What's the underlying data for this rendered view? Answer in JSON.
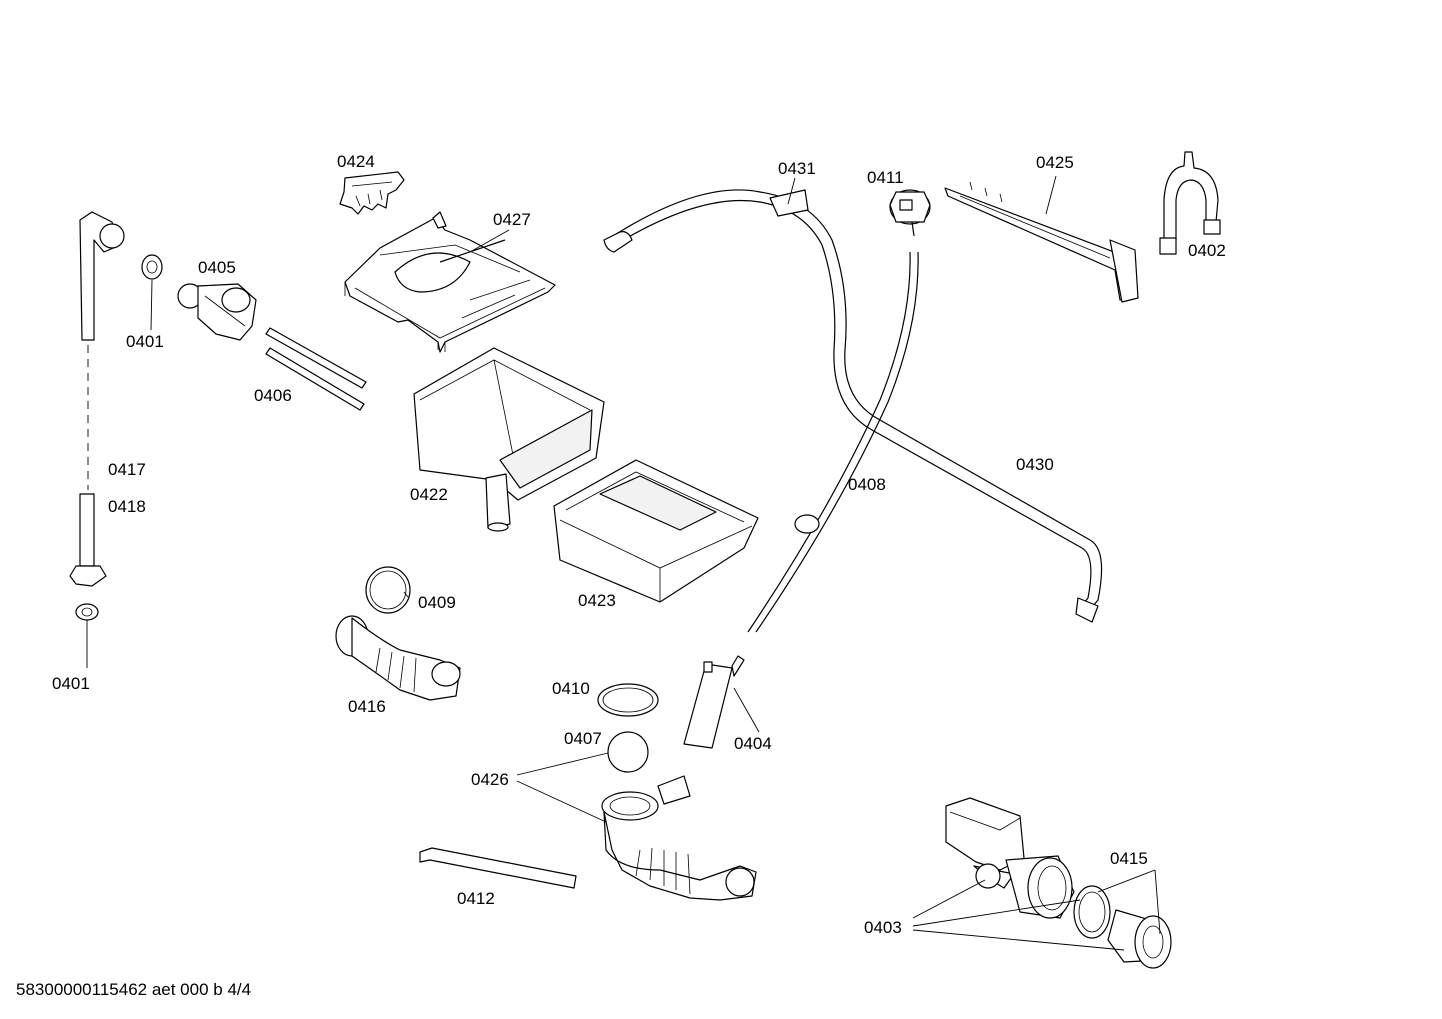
{
  "labels": {
    "p0424": "0424",
    "p0427": "0427",
    "p0431": "0431",
    "p0411": "0411",
    "p0425": "0425",
    "p0402": "0402",
    "p0405": "0405",
    "p0401a": "0401",
    "p0406": "0406",
    "p0417": "0417",
    "p0418": "0418",
    "p0401b": "0401",
    "p0422": "0422",
    "p0430": "0430",
    "p0408": "0408",
    "p0409": "0409",
    "p0423": "0423",
    "p0416": "0416",
    "p0410": "0410",
    "p0407": "0407",
    "p0404": "0404",
    "p0426": "0426",
    "p0412": "0412",
    "p0415": "0415",
    "p0403": "0403"
  },
  "footer": "58300000115462 aet 000 b 4/4"
}
